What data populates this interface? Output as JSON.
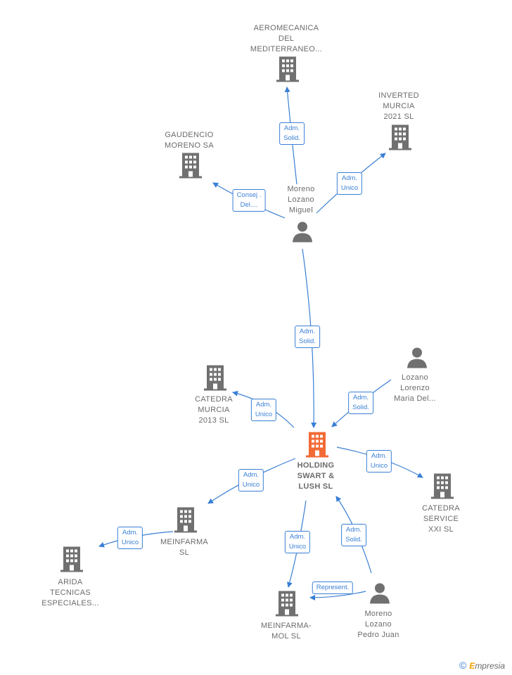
{
  "colors": {
    "edge": "#3a7fd5",
    "node_icon": "#707070",
    "center_icon": "#f26a35"
  },
  "nodes": {
    "aeromecanica": {
      "label": "AEROMECANICA\nDEL\nMEDITERRANEO...",
      "type": "company"
    },
    "inverted": {
      "label": "INVERTED\nMURCIA\n2021  SL",
      "type": "company"
    },
    "gaudencio": {
      "label": "GAUDENCIO\nMORENO SA",
      "type": "company"
    },
    "moreno_miguel": {
      "label": "Moreno\nLozano\nMiguel",
      "type": "person"
    },
    "lozano_maria": {
      "label": "Lozano\nLorenzo\nMaria Del...",
      "type": "person"
    },
    "catedra2013": {
      "label": "CATEDRA\nMURCIA\n2013 SL",
      "type": "company"
    },
    "holding": {
      "label": "HOLDING\nSWART &\nLUSH  SL",
      "type": "center"
    },
    "catedraxxi": {
      "label": "CATEDRA\nSERVICE\nXXI  SL",
      "type": "company"
    },
    "meinfarma": {
      "label": "MEINFARMA\nSL",
      "type": "company"
    },
    "arida": {
      "label": "ARIDA\nTECNICAS\nESPECIALES...",
      "type": "company"
    },
    "meinfarmamol": {
      "label": "MEINFARMA-\nMOL  SL",
      "type": "company"
    },
    "moreno_pedro": {
      "label": "Moreno\nLozano\nPedro Juan",
      "type": "person"
    }
  },
  "relations": {
    "r_aero": "Adm.\nSolid.",
    "r_inverted": "Adm.\nUnico",
    "r_gaudencio": "Consej .\nDel....",
    "r_miguel_holding": "Adm.\nSolid.",
    "r_maria": "Adm.\nSolid.",
    "r_catedra2013": "Adm.\nUnico",
    "r_catedraxxi": "Adm.\nUnico",
    "r_meinfarma": "Adm.\nUnico",
    "r_arida": "Adm.\nUnico",
    "r_meinfarmamol": "Adm.\nUnico",
    "r_pedro_holding": "Adm.\nSolid.",
    "r_pedro_mol": "Represent."
  },
  "brand": {
    "copyright": "©",
    "name_first": "E",
    "name_rest": "mpresia"
  }
}
